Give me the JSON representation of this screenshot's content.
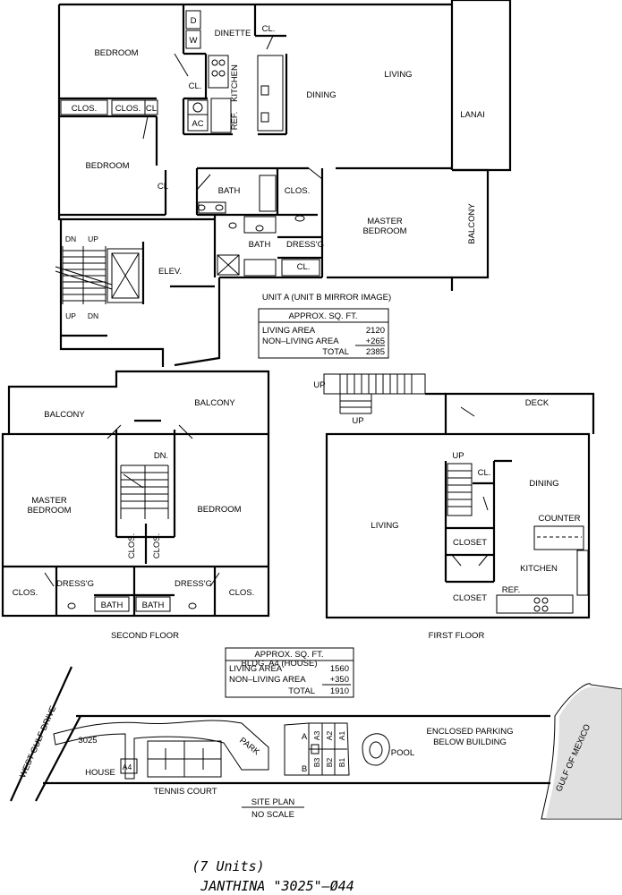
{
  "unit_a": {
    "rooms": {
      "bedroom1": "BEDROOM",
      "bedroom2": "BEDROOM",
      "dinette": "DINETTE",
      "cl_top": "CL.",
      "cl_kitchen": "CL.",
      "kitchen": "KITCHEN",
      "ref": "REF.",
      "ac": "AC",
      "dryer": "D",
      "washer": "W",
      "clos1": "CLOS.",
      "clos2": "CLOS.",
      "cl_small": "CL",
      "cl_hall": "CL",
      "dining": "DINING",
      "living": "LIVING",
      "lanai": "LANAI",
      "bath1": "BATH",
      "bath2": "BATH",
      "clos_master": "CLOS.",
      "master_1": "MASTER",
      "master_2": "BEDROOM",
      "dressg": "DRESS'G",
      "cl_bath": "CL.",
      "balcony": "BALCONY",
      "elev": "ELEV.",
      "dn1": "DN",
      "up1": "UP",
      "up2": "UP",
      "dn2": "DN"
    },
    "caption": "UNIT A  (UNIT B MIRROR IMAGE)",
    "table": {
      "header": "APPROX. SQ. FT.",
      "r1_label": "LIVING AREA",
      "r1_value": "2120",
      "r2_label": "NON–LIVING AREA",
      "r2_value": "+265",
      "r3_label": "TOTAL",
      "r3_value": "2385"
    }
  },
  "second_floor": {
    "balcony_left": "BALCONY",
    "balcony_right": "BALCONY",
    "dn": "DN.",
    "master_1": "MASTER",
    "master_2": "BEDROOM",
    "bedroom": "BEDROOM",
    "clos_left": "CLOS.",
    "clos_right": "CLOS.",
    "clos_v1": "CLOS.",
    "clos_v2": "CLOS.",
    "dressg_left": "DRESS'G",
    "dressg_right": "DRESS'G",
    "bath_left": "BATH",
    "bath_right": "BATH",
    "caption": "SECOND FLOOR"
  },
  "first_floor": {
    "up_left": "UP",
    "up_below": "UP",
    "up_inner": "UP",
    "deck": "DECK",
    "cl": "CL.",
    "dining": "DINING",
    "counter": "COUNTER",
    "living": "LIVING",
    "closet1": "CLOSET",
    "closet2": "CLOSET",
    "kitchen": "KITCHEN",
    "ref": "REF.",
    "caption": "FIRST FLOOR"
  },
  "bldg_caption": "BLDG. A4 (HOUSE)",
  "house_table": {
    "header": "APPROX. SQ. FT.",
    "r1_label": "LIVING AREA",
    "r1_value": "1560",
    "r2_label": "NON–LIVING AREA",
    "r2_value": "+350",
    "r3_label": "TOTAL",
    "r3_value": "1910"
  },
  "site": {
    "west_gulf_drive": "WEST GULF DRIVE",
    "number": "3025",
    "house": "HOUSE",
    "a4": "A4",
    "tennis": "TENNIS COURT",
    "park": "PARK",
    "a": "A",
    "b": "B",
    "a1": "A1",
    "a2": "A2",
    "a3": "A3",
    "b1": "B1",
    "b2": "B2",
    "b3": "B3",
    "pool": "POOL",
    "parking1": "ENCLOSED PARKING",
    "parking2": "BELOW BUILDING",
    "gulf": "GULF OF MEXICO",
    "title": "SITE PLAN",
    "subtitle": "NO SCALE"
  },
  "footer": {
    "units": "(7 Units)",
    "name": "JANTHINA \"3025\"–Ø44"
  }
}
